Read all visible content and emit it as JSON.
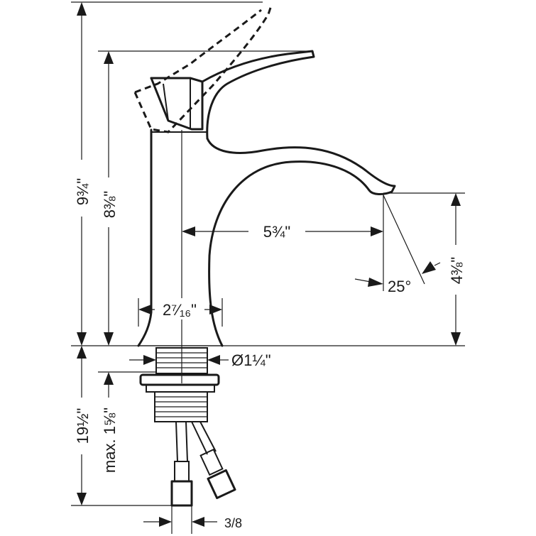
{
  "dimensions": {
    "total_height": "9¾\"",
    "spout_height": "8⅜\"",
    "spout_reach": "5¾\"",
    "outlet_height": "4⅜\"",
    "spray_angle": "25°",
    "base_width": "2⁷⁄₁₆\"",
    "shank_diameter": "Ø1¼\"",
    "hose_length": "19½\"",
    "max_deck_thickness": "max. 1⅝\"",
    "hose_connection": "3/8"
  }
}
